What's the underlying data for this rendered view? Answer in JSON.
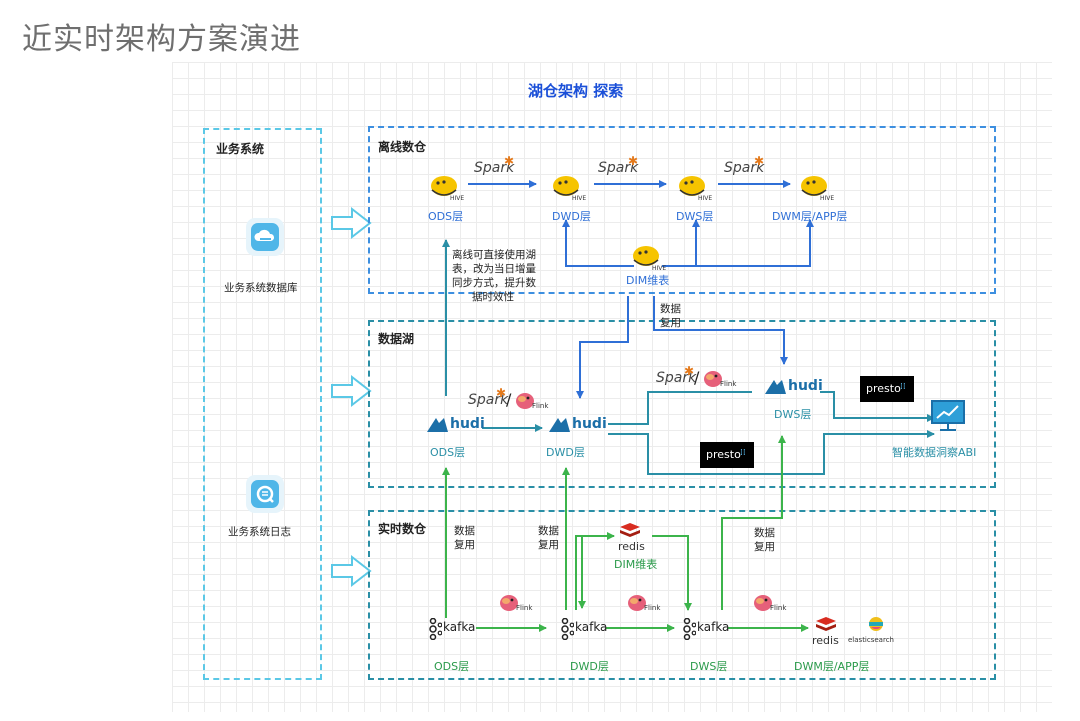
{
  "page_title": "近实时架构方案演进",
  "diagram": {
    "title": "湖仓架构 探索",
    "business": {
      "title": "业务系统",
      "db_label": "业务系统数据库",
      "log_label": "业务系统日志"
    },
    "offline": {
      "title": "离线数仓",
      "layers": [
        "ODS层",
        "DWD层",
        "DWS层",
        "DWM层/APP层"
      ],
      "dim": "DIM维表",
      "engine": "Spark",
      "hive": "HIVE",
      "note": [
        "离线可直接使用湖",
        "表，改为当日增量",
        "同步方式，提升数",
        "据时效性"
      ]
    },
    "lake": {
      "title": "数据湖",
      "ods": "ODS层",
      "dwd": "DWD层",
      "dws": "DWS层",
      "bi": "智能数据洞察ABI",
      "hudi": "hudi",
      "presto": "presto",
      "spark": "Spark",
      "flink": "Flink",
      "reuse": [
        "数据",
        "复用"
      ]
    },
    "realtime": {
      "title": "实时数仓",
      "layers": [
        "ODS层",
        "DWD层",
        "DWS层",
        "DWM层/APP层"
      ],
      "dim": "DIM维表",
      "kafka": "kafka",
      "redis": "redis",
      "flink": "Flink",
      "elasticsearch": "elasticsearch",
      "reuse": [
        "数据",
        "复用"
      ]
    }
  },
  "colors": {
    "blue": "#2f6fd6",
    "teal": "#2a8fa6",
    "green": "#3cb44b",
    "cyan_border": "#5bc8e6",
    "arrow_outline": "#5bc8e6"
  }
}
